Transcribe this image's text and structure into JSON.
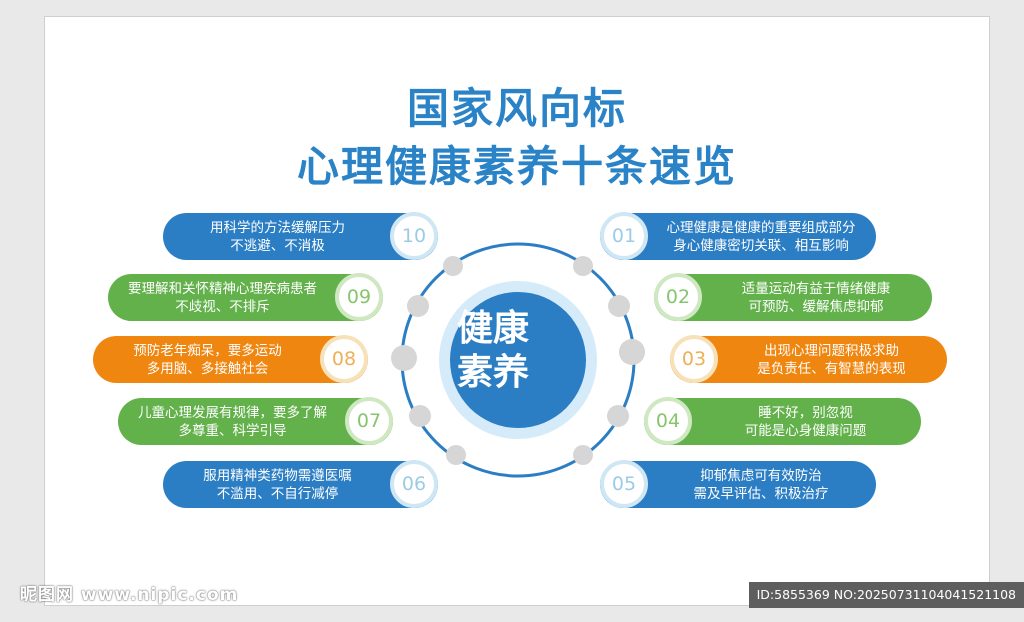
{
  "title": [
    "国家风向标",
    "心理健康素养十条速览"
  ],
  "center": [
    "健康",
    "素养"
  ],
  "items": [
    {
      "num": "01",
      "lines": [
        "心理健康是健康的重要组成部分",
        "身心健康密切关联、相互影响"
      ],
      "color": "#2b7ec4"
    },
    {
      "num": "02",
      "lines": [
        "适量运动有益于情绪健康",
        "可预防、缓解焦虑抑郁"
      ],
      "color": "#62b14b"
    },
    {
      "num": "03",
      "lines": [
        "出现心理问题积极求助",
        "是负责任、有智慧的表现"
      ],
      "color": "#ef8610"
    },
    {
      "num": "04",
      "lines": [
        "睡不好，别忽视",
        "可能是心身健康问题"
      ],
      "color": "#62b14b"
    },
    {
      "num": "05",
      "lines": [
        "抑郁焦虑可有效防治",
        "需及早评估、积极治疗"
      ],
      "color": "#2b7ec4"
    },
    {
      "num": "06",
      "lines": [
        "服用精神类药物需遵医嘱",
        "不滥用、不自行减停"
      ],
      "color": "#2b7ec4"
    },
    {
      "num": "07",
      "lines": [
        "儿童心理发展有规律，要多了解",
        "多尊重、科学引导"
      ],
      "color": "#62b14b"
    },
    {
      "num": "08",
      "lines": [
        "预防老年痴呆，要多运动",
        "多用脑、多接触社会"
      ],
      "color": "#ef8610"
    },
    {
      "num": "09",
      "lines": [
        "要理解和关怀精神心理疾病患者",
        "不歧视、不排斥"
      ],
      "color": "#62b14b"
    },
    {
      "num": "10",
      "lines": [
        "用科学的方法缓解压力",
        "不逃避、不消极"
      ],
      "color": "#2b7ec4"
    }
  ],
  "watermark_left": "昵图网 www.nipic.com",
  "watermark_right": "ID:5855369 NO:20250731104041521108"
}
